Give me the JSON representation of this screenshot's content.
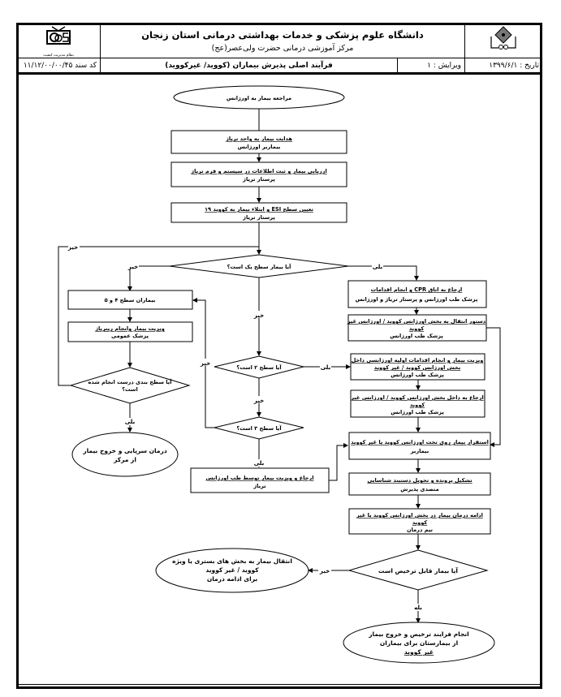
{
  "header": {
    "university": "دانشگاه علوم پزشکی و خدمات بهداشتی درمانی استان زنجان",
    "center": "مرکز آموزشی درمانی حضرت ولی‌عصر(عج)",
    "left_logo_caption": "نظام مدیریت کیفیت",
    "left_logo_icon": "quality-management-logo-icon",
    "right_logo_icon": "university-emblem-icon",
    "doc_code": "کد سند ۱۱/۱۲/۰۰/۰۰/۴۵",
    "doc_title": "فرآیند اصلی پذیرش بیماران (کووید/ غیرکووید)",
    "revision": "ویرایش : ۱",
    "date": "تاریخ : ۱۳۹۹/۶/۱"
  },
  "flow": {
    "start": "مراجعه بیمار به اورژانس",
    "step1": {
      "title": "هدایت بیمار به واحد تریاژ",
      "actor": "بیماربر اورژانس"
    },
    "step2": {
      "title": "ارزیابی بیمار و ثبت اطلاعات در سیستم و فرم تریاژ",
      "actor": "پرستار تریاژ"
    },
    "step3": {
      "title": "تعیین سطح ESI و ابتلاء بیمار به کووید ۱۹",
      "actor": "پرستار تریاژ"
    },
    "decision_level1": "آیا بیمار سطح یک است؟",
    "cpr": {
      "title": "ارجاع به اتاق CPR و انجام اقدامات",
      "actor": "پزشک طب اورژانس و پرستار تریاژ و اورژانس"
    },
    "transfer_order": {
      "title1": "دستور انتقال به بخش اورژانس کووید / اورژانس غیر",
      "title2": "کووید",
      "actor": "پزشک طب اورژانس"
    },
    "initial_care": {
      "title1": "ویزیت بیمار و انجام اقدامات اولیه اورژانسی داخل",
      "title2": "بخش اورژانس کووید / غیر کووید",
      "actor": "پزشک طب اورژانس"
    },
    "refer_inside": {
      "title1": "ارجاع به داخل بخش اورژانس کووید / اورژانس غیر",
      "title2": "کووید",
      "actor": "پزشک طب اورژانس"
    },
    "bed": {
      "title": "استقرار بیمار روی تخت اورژانس کووید یا غیر کووید",
      "actor": "بیماربر"
    },
    "file": {
      "title": "تشکیل پرونده و تحویل دستبند شناسایی",
      "actor": "متصدی پذیرش"
    },
    "treatment": {
      "title1": "ادامه درمان بیمار در بخش اورژانس کووید یا غیر",
      "title2": "کووید",
      "actor": "تیم درمان"
    },
    "decision_discharge": "آیا بیمار قابل ترخیص است",
    "admit_end": {
      "line1": "انتقال بیمار به بخش های بستری یا ویژه",
      "line2": "کووید / غیر کووید",
      "line3": "برای ادامه درمان"
    },
    "discharge_end": {
      "line1": "انجام فرایند ترخیص و خروج بیمار",
      "line2": "از بیمارستان برای بیماران",
      "line3": "غیر کووید"
    },
    "level45": "بیماران سطح ۴ و ۵",
    "gp_visit": {
      "title": "ویزیت بیمار وانجام ریتریاژ",
      "actor": "پزشک عمومی"
    },
    "decision_correct": {
      "line1": "آیا سطح بندی درست انجام شده",
      "line2": "است؟"
    },
    "outpatient_end": {
      "line1": "درمان سرپایی و خروج بیمار",
      "line2": "از مرکز"
    },
    "decision_level2": "آیا سطح ۲ است؟",
    "decision_level3": "آیا سطح ۳ است؟",
    "refer_visit": {
      "title": "ارجاع و ویزیت بیمار توسط طب اورژانس",
      "actor": "تریاژ"
    },
    "edge_labels": {
      "yes": "بلی",
      "no": "خیر",
      "yes_alt": "بله"
    }
  }
}
